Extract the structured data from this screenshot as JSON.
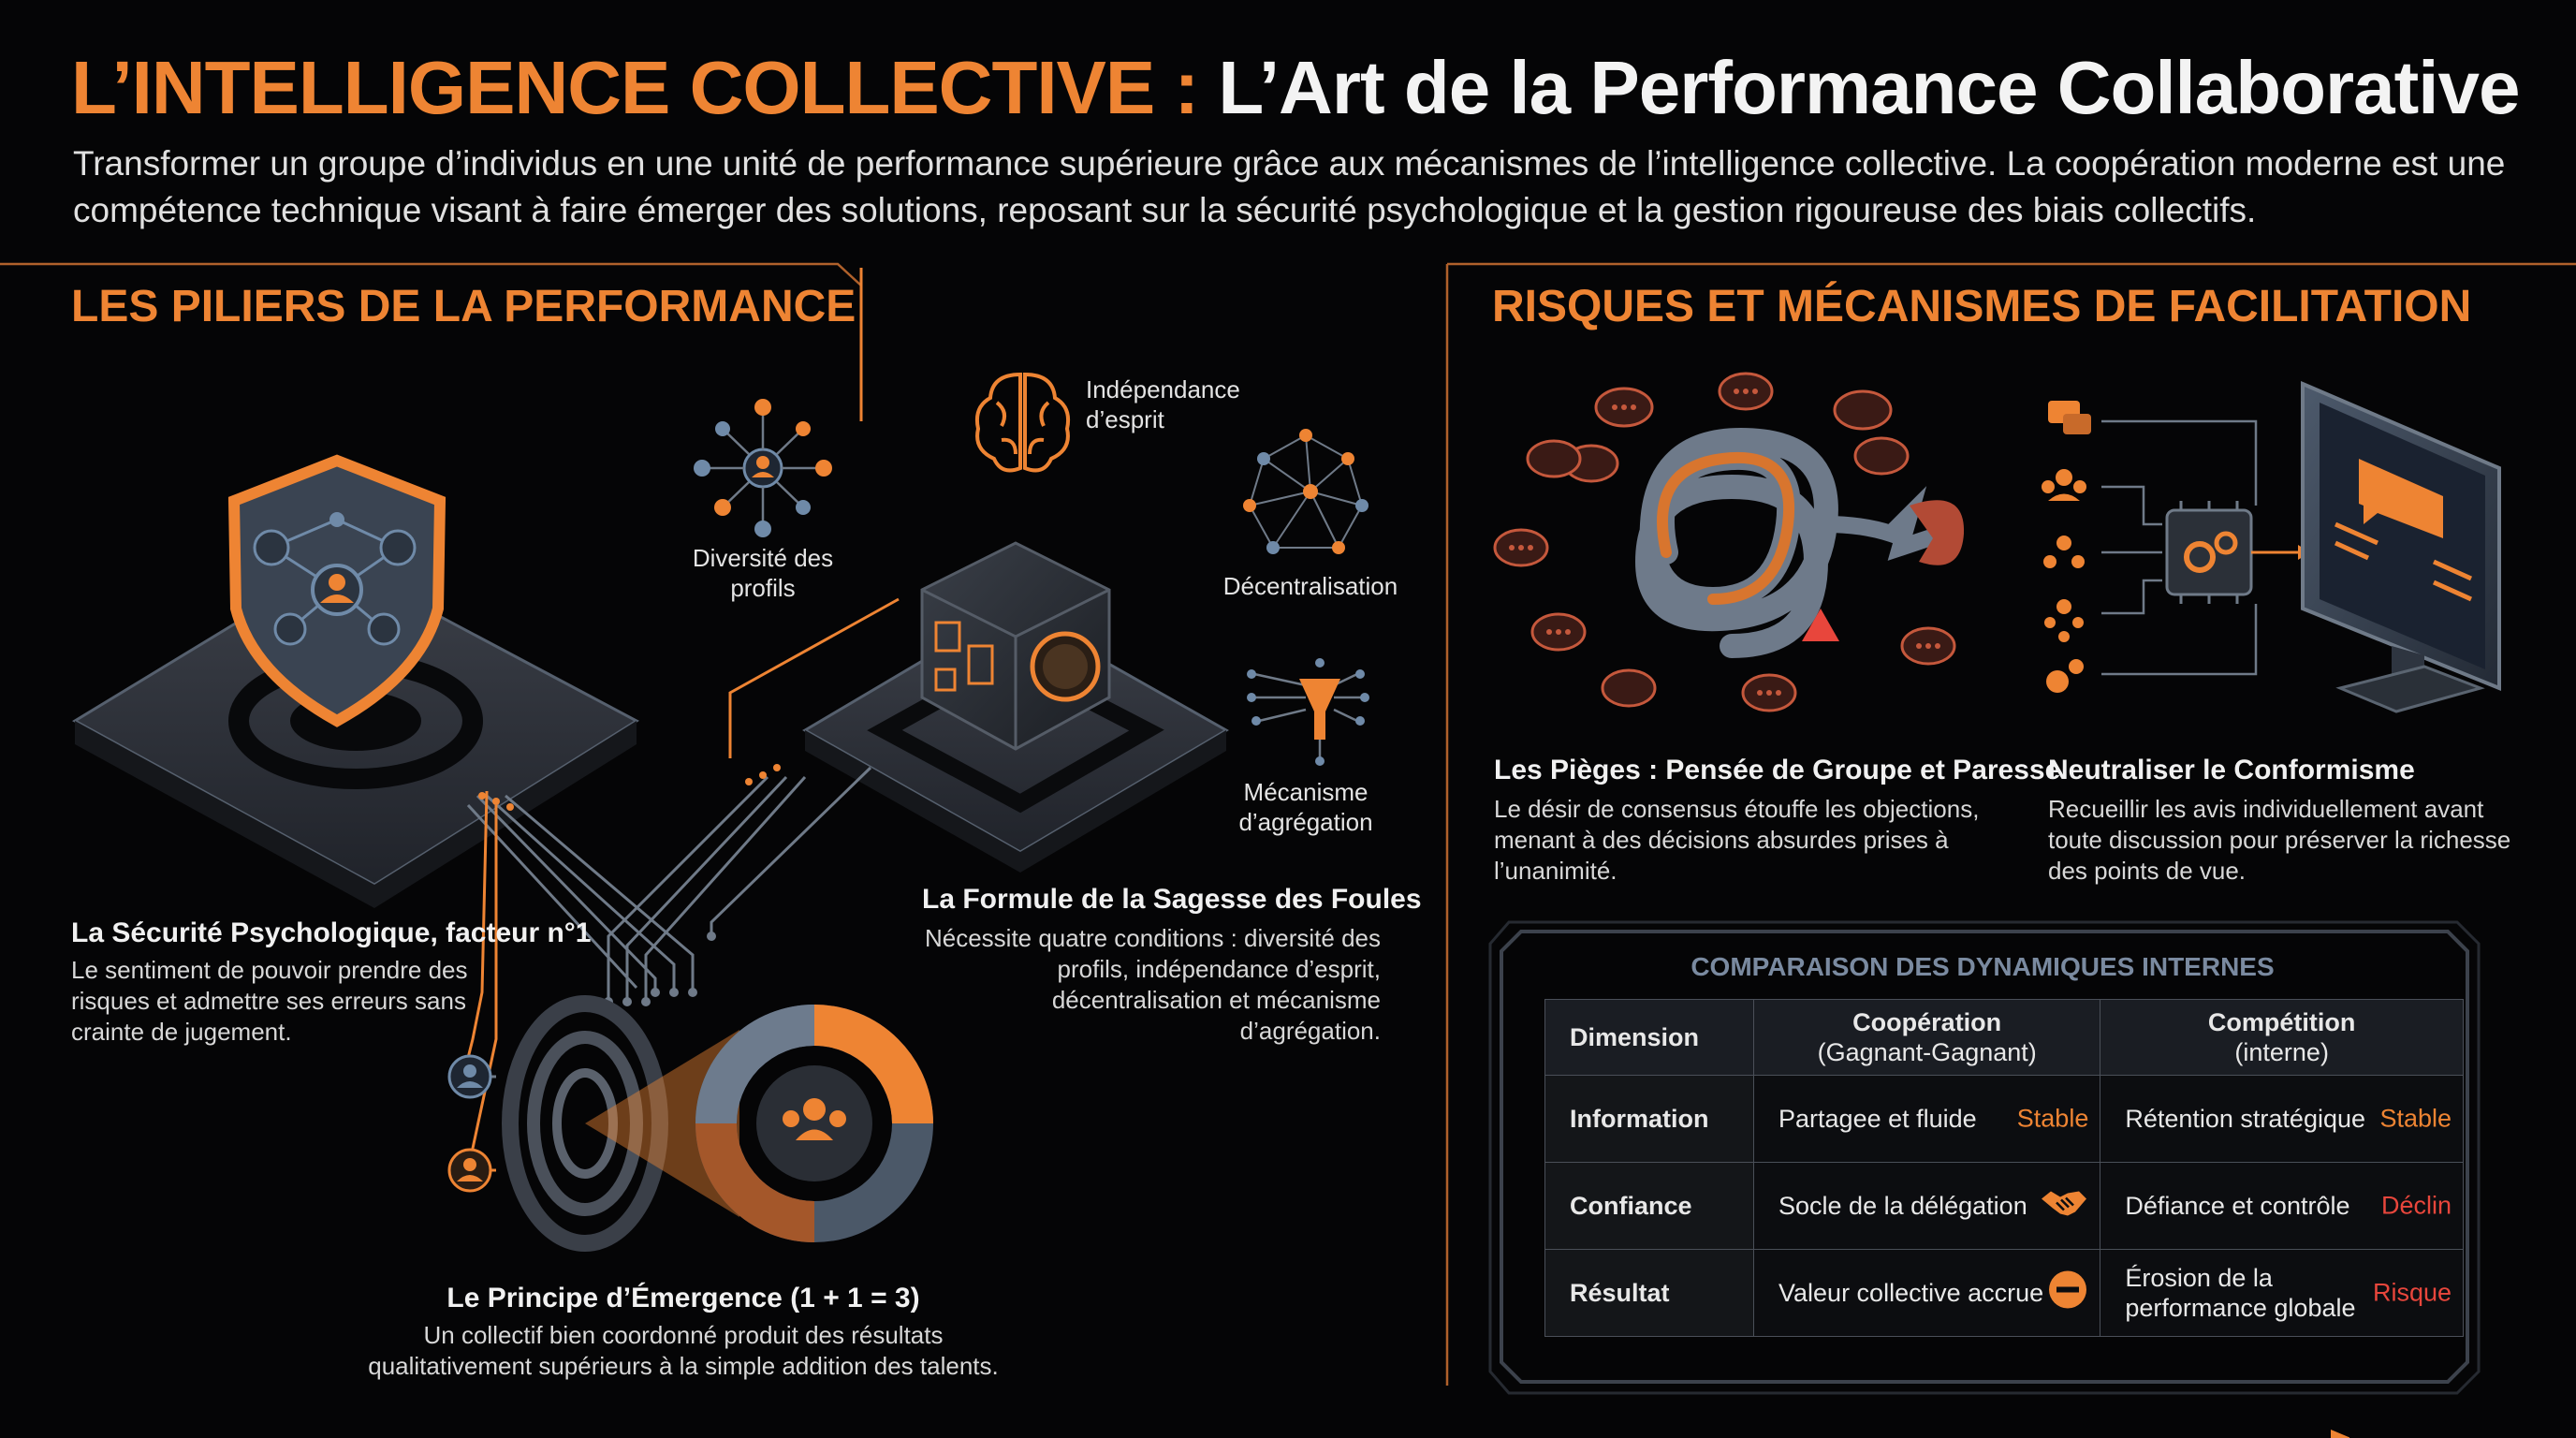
{
  "header": {
    "title_part1": "L’INTELLIGENCE COLLECTIVE :",
    "title_part2": "L’Art de la Performance Collaborative",
    "subtitle": "Transformer un groupe d’individus en une unité de performance supérieure grâce aux mécanismes de l’intelligence collective.  La coopération moderne est une compétence technique visant à faire émerger des solutions, reposant sur la sécurité psychologique et la gestion rigoureuse des biais collectifs."
  },
  "colors": {
    "accent": "#ee8433",
    "danger": "#e8463c",
    "slate": "#6f7a88",
    "background": "#050506"
  },
  "left": {
    "section_title": "LES PILIERS DE LA PERFORMANCE",
    "icons": [
      {
        "name": "diversity-network-icon",
        "label": "Diversité des profils"
      },
      {
        "name": "brain-icon",
        "label": "Indépendance d’esprit"
      },
      {
        "name": "decentralized-network-icon",
        "label": "Décentralisation"
      },
      {
        "name": "funnel-aggregation-icon",
        "label": "Mécanisme d’agrégation"
      }
    ],
    "security": {
      "title": "La Sécurité Psychologique, facteur n°1",
      "text": "Le sentiment de pouvoir prendre des risques et admettre ses erreurs sans crainte de jugement."
    },
    "wisdom": {
      "title": "La Formule de la Sagesse des Foules",
      "text": "Nécessite quatre conditions : diversité des profils, indépendance d’esprit, décentralisation et mécanisme d’agrégation."
    },
    "emergence": {
      "title": "Le Principe d’Émergence (1 + 1 = 3)",
      "text": "Un collectif bien coordonné produit des résultats qualitativement supérieurs à la simple addition des talents."
    }
  },
  "right": {
    "section_title": "RISQUES ET MÉCANISMES DE FACILITATION",
    "pitfalls": {
      "title": "Les Pièges : Pensée de Groupe et Paresse",
      "text": "Le désir de consensus étouffe les objections, menant à des décisions absurdes prises à l’unanimité."
    },
    "neutralize": {
      "title": "Neutraliser le Conformisme",
      "text": "Recueillir les avis individuellement avant toute discussion pour préserver la richesse des points de vue."
    },
    "table": {
      "title": "COMPARAISON DES DYNAMIQUES INTERNES",
      "headers": {
        "dimension": "Dimension",
        "coop": "Coopération",
        "coop_sub": "(Gagnant-Gagnant)",
        "comp": "Compétition",
        "comp_sub": "(interne)"
      },
      "rows": [
        {
          "dimension": "Information",
          "coop": "Partagee et fluide",
          "coop_tag": "Stable",
          "comp": "Rétention stratégique",
          "comp_tag": "Stable"
        },
        {
          "dimension": "Confiance",
          "coop": "Socle de la délégation",
          "coop_icon": "handshake-icon",
          "comp": "Défiance et contrôle",
          "comp_tag": "Déclin"
        },
        {
          "dimension": "Résultat",
          "coop": "Valeur collective accrue",
          "coop_icon": "minus-circle-icon",
          "comp": "Érosion de la performance globale",
          "comp_tag": "Risque"
        }
      ]
    }
  }
}
